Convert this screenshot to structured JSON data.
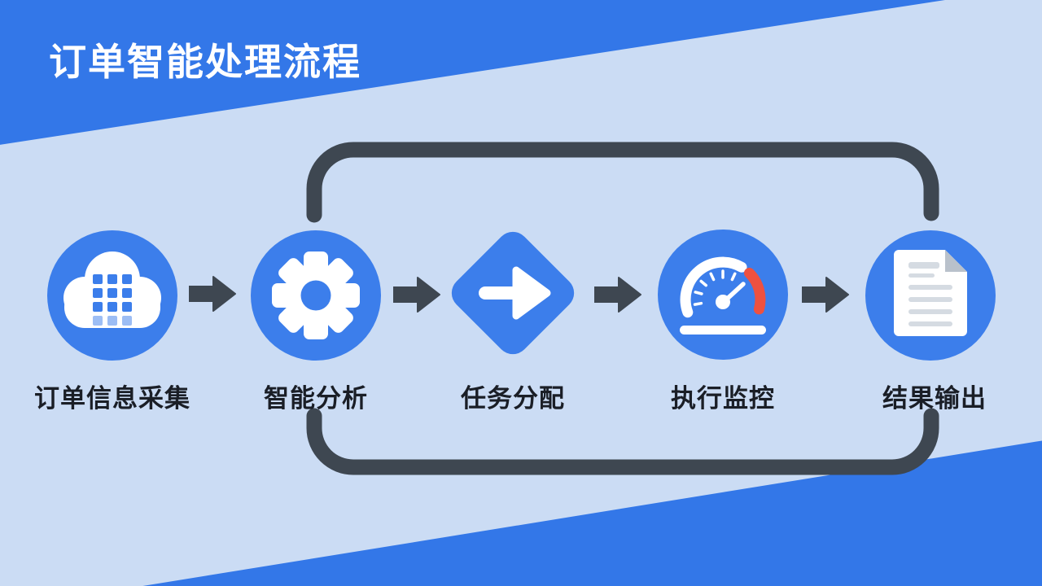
{
  "header": {
    "title": "订单智能处理流程"
  },
  "steps": [
    {
      "label": "订单信息采集",
      "icon": "cloud-data-icon"
    },
    {
      "label": "智能分析",
      "icon": "gear-icon"
    },
    {
      "label": "任务分配",
      "icon": "diamond-route-icon"
    },
    {
      "label": "执行监控",
      "icon": "gauge-icon"
    },
    {
      "label": "结果输出",
      "icon": "document-icon"
    }
  ],
  "connectors": {
    "flow_arrows": 4,
    "feedback_loop": "rounded rectangle linking 智能分析 and 结果输出 over top and bottom"
  },
  "colors": {
    "brand_blue": "#3377E8",
    "panel_light_blue": "#CBDCF4",
    "node_blue": "#3C7EEB",
    "dark_connector": "#3E4751",
    "gauge_red": "#EE5140",
    "label_text": "#1A1E26",
    "title_text": "#FFFFFF"
  }
}
